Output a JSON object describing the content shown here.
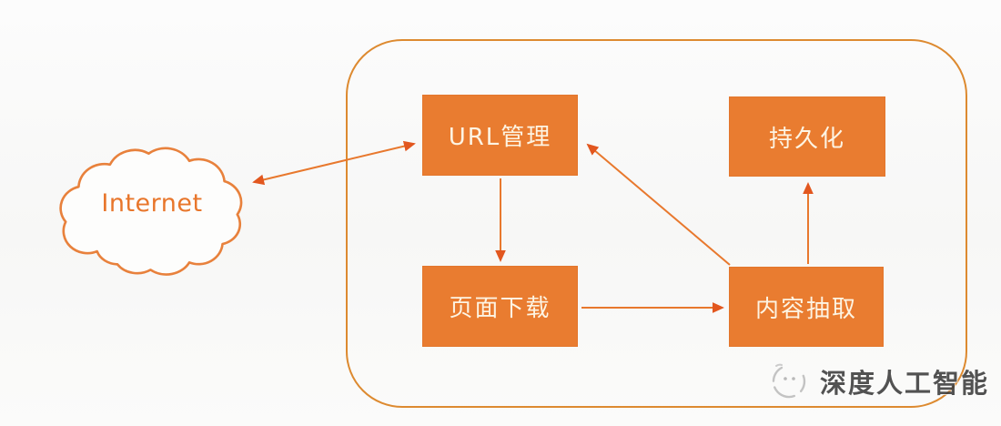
{
  "diagram": {
    "title": "web-crawler-pipeline",
    "cloud": {
      "label": "Internet"
    },
    "nodes": [
      {
        "id": "url-management",
        "label": "URL管理"
      },
      {
        "id": "persistence",
        "label": "持久化"
      },
      {
        "id": "page-download",
        "label": "页面下载"
      },
      {
        "id": "content-extraction",
        "label": "内容抽取"
      }
    ],
    "edges": [
      {
        "from": "internet",
        "to": "url-management",
        "direction": "bidirectional"
      },
      {
        "from": "url-management",
        "to": "page-download",
        "direction": "down"
      },
      {
        "from": "page-download",
        "to": "content-extraction",
        "direction": "right"
      },
      {
        "from": "content-extraction",
        "to": "url-management",
        "direction": "diagonal-up-left"
      },
      {
        "from": "content-extraction",
        "to": "persistence",
        "direction": "up"
      }
    ],
    "colors": {
      "node_fill": "#e97c30",
      "node_text": "#fdf4e3",
      "frame_outline": "#dd8a30",
      "arrow": "#e8782d",
      "arrowhead": "#e2571f",
      "cloud_outline": "#e8813c",
      "background": "#f9f9f8"
    }
  },
  "watermark": {
    "label": "深度人工智能",
    "icon": "sketch-logo-icon"
  }
}
